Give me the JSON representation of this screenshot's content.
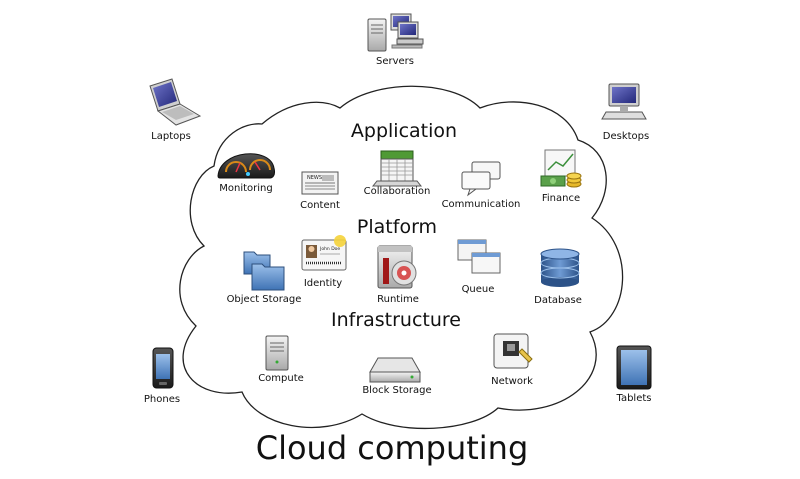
{
  "title": "Cloud computing",
  "sections": {
    "application": "Application",
    "platform": "Platform",
    "infrastructure": "Infrastructure"
  },
  "clients": {
    "servers": "Servers",
    "laptops": "Laptops",
    "desktops": "Desktops",
    "phones": "Phones",
    "tablets": "Tablets"
  },
  "application": {
    "monitoring": "Monitoring",
    "content": "Content",
    "collaboration": "Collaboration",
    "communication": "Communication",
    "finance": "Finance"
  },
  "platform": {
    "object_storage": "Object Storage",
    "identity": "Identity",
    "runtime": "Runtime",
    "queue": "Queue",
    "database": "Database"
  },
  "infrastructure": {
    "compute": "Compute",
    "block_storage": "Block Storage",
    "network": "Network"
  },
  "icon_text": {
    "news": "NEWS",
    "john_doe": "John Doe"
  }
}
